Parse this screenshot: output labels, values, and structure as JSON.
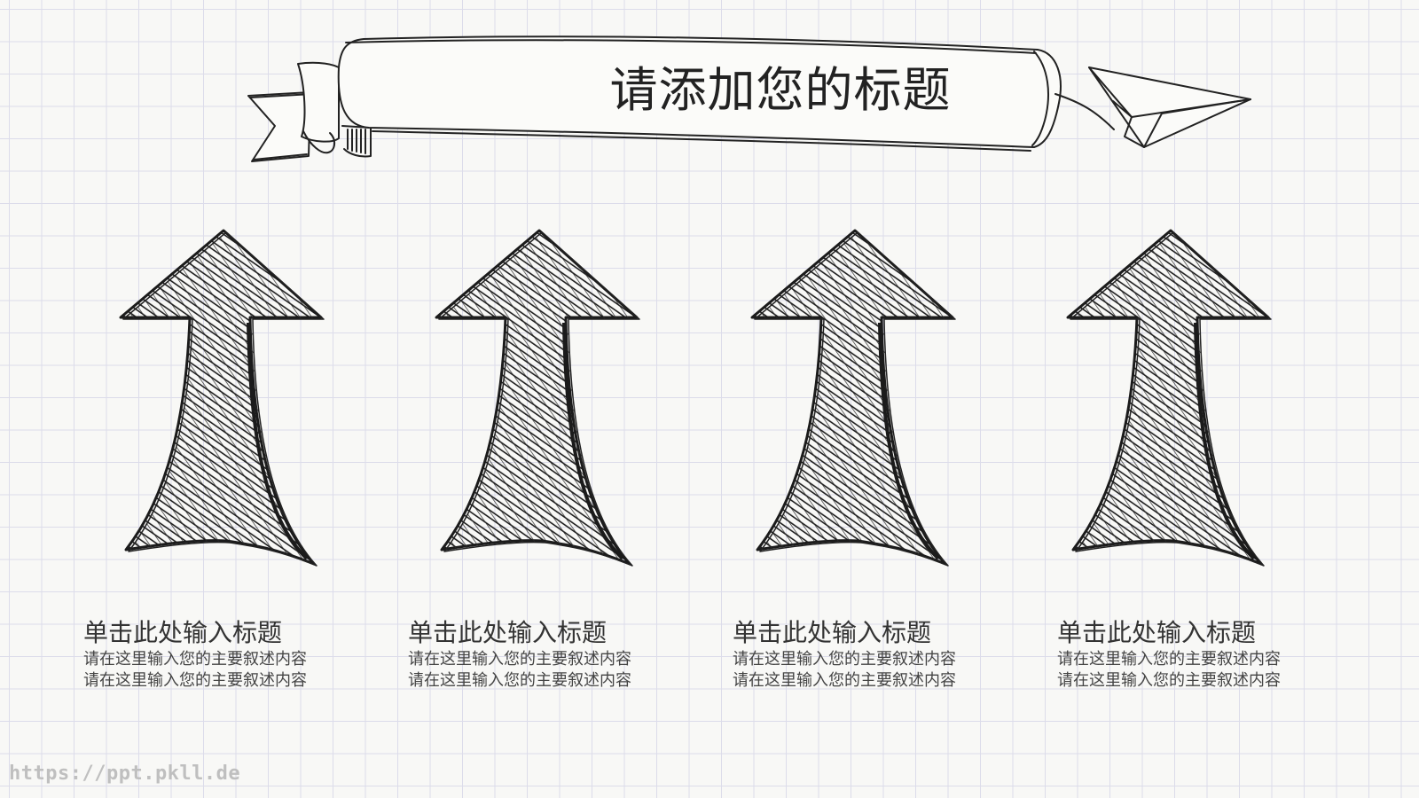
{
  "slide": {
    "title": "请添加您的标题"
  },
  "cards": [
    {
      "title": "单击此处输入标题",
      "desc_line1": "请在这里输入您的主要叙述内容",
      "desc_line2": "请在这里输入您的主要叙述内容"
    },
    {
      "title": "单击此处输入标题",
      "desc_line1": "请在这里输入您的主要叙述内容",
      "desc_line2": "请在这里输入您的主要叙述内容"
    },
    {
      "title": "单击此处输入标题",
      "desc_line1": "请在这里输入您的主要叙述内容",
      "desc_line2": "请在这里输入您的主要叙述内容"
    },
    {
      "title": "单击此处输入标题",
      "desc_line1": "请在这里输入您的主要叙述内容",
      "desc_line2": "请在这里输入您的主要叙述内容"
    }
  ],
  "footer": {
    "watermark": "https://ppt.pkll.de"
  },
  "icons": [
    "ribbon-banner-icon",
    "paper-plane-icon",
    "sketch-arrow-up-icon"
  ],
  "colors": {
    "ink": "#222222",
    "grid": "#dcdcea",
    "paper": "#f8f8f6"
  }
}
